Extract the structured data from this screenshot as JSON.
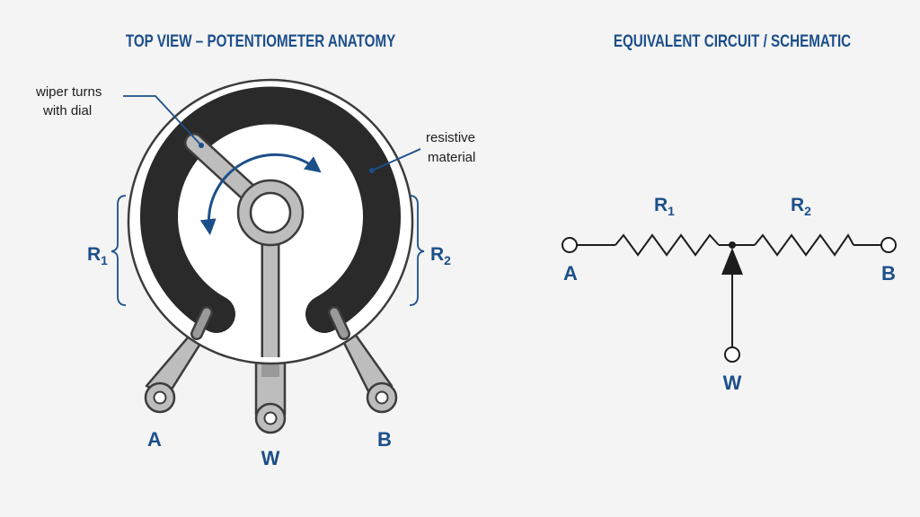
{
  "titles": {
    "left": "TOP VIEW – POTENTIOMETER ANATOMY",
    "right": "EQUIVALENT CIRCUIT / SCHEMATIC"
  },
  "annotations": {
    "wiper_line1": "wiper turns",
    "wiper_line2": "with dial",
    "resistive_line1": "resistive",
    "resistive_line2": "material"
  },
  "anatomy": {
    "terminal_a": "A",
    "terminal_w": "W",
    "terminal_b": "B",
    "r1_base": "R",
    "r1_sub": "1",
    "r2_base": "R",
    "r2_sub": "2"
  },
  "schematic": {
    "terminal_a": "A",
    "terminal_b": "B",
    "terminal_w": "W",
    "r1_base": "R",
    "r1_sub": "1",
    "r2_base": "R",
    "r2_sub": "2"
  },
  "colors": {
    "accent_blue": "#1c4f8a",
    "track": "#2a2a2a",
    "metal": "#b8b8b8",
    "outline": "#3c3c3c"
  }
}
